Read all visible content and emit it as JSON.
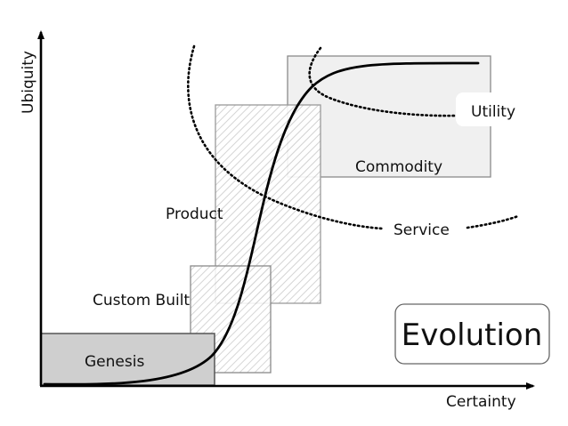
{
  "diagram": {
    "title": "Evolution",
    "axes": {
      "y_label": "Ubiquity",
      "x_label": "Certainty"
    },
    "stages": [
      {
        "label": "Genesis",
        "fill": "#cfcfcf",
        "style": "solid"
      },
      {
        "label": "Custom Built",
        "fill": "#ffffff",
        "style": "hatched"
      },
      {
        "label": "Product",
        "fill": "#ffffff",
        "style": "hatched"
      },
      {
        "label": "Commodity",
        "fill": "#f0f0f0",
        "style": "solid"
      }
    ],
    "curves": [
      {
        "label": "Service",
        "style": "dotted"
      },
      {
        "label": "Utility",
        "style": "dotted"
      }
    ],
    "colors": {
      "line": "#000000",
      "box_stroke": "#8a8a8a",
      "hatch": "#cccccc"
    }
  }
}
